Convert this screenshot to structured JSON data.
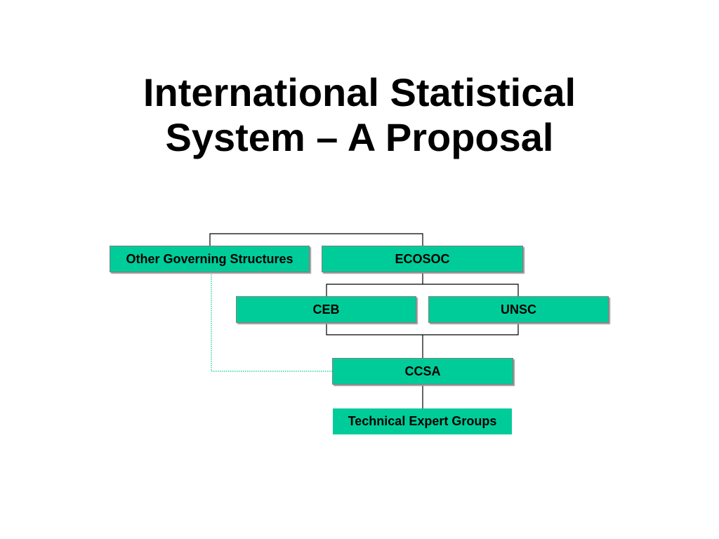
{
  "title": {
    "line1": "International Statistical",
    "line2": "System – A Proposal"
  },
  "nodes": {
    "other_governing_structures": "Other Governing Structures",
    "ecosoc": "ECOSOC",
    "ceb": "CEB",
    "unsc": "UNSC",
    "ccsa": "CCSA",
    "technical_expert_groups": "Technical Expert Groups"
  },
  "edges": [
    {
      "from": "ecosoc",
      "to": "other_governing_structures",
      "style": "solid"
    },
    {
      "from": "ecosoc",
      "to": "ceb",
      "style": "solid"
    },
    {
      "from": "ecosoc",
      "to": "unsc",
      "style": "solid"
    },
    {
      "from": "ceb",
      "to": "ccsa",
      "style": "solid"
    },
    {
      "from": "unsc",
      "to": "ccsa",
      "style": "solid"
    },
    {
      "from": "ccsa",
      "to": "technical_expert_groups",
      "style": "solid"
    },
    {
      "from": "other_governing_structures",
      "to": "ccsa",
      "style": "dotted"
    }
  ],
  "colors": {
    "box_fill": "#00cc99",
    "box_border": "#7f7f7f",
    "connector": "#000000",
    "dotted_connector": "#00cc99"
  }
}
